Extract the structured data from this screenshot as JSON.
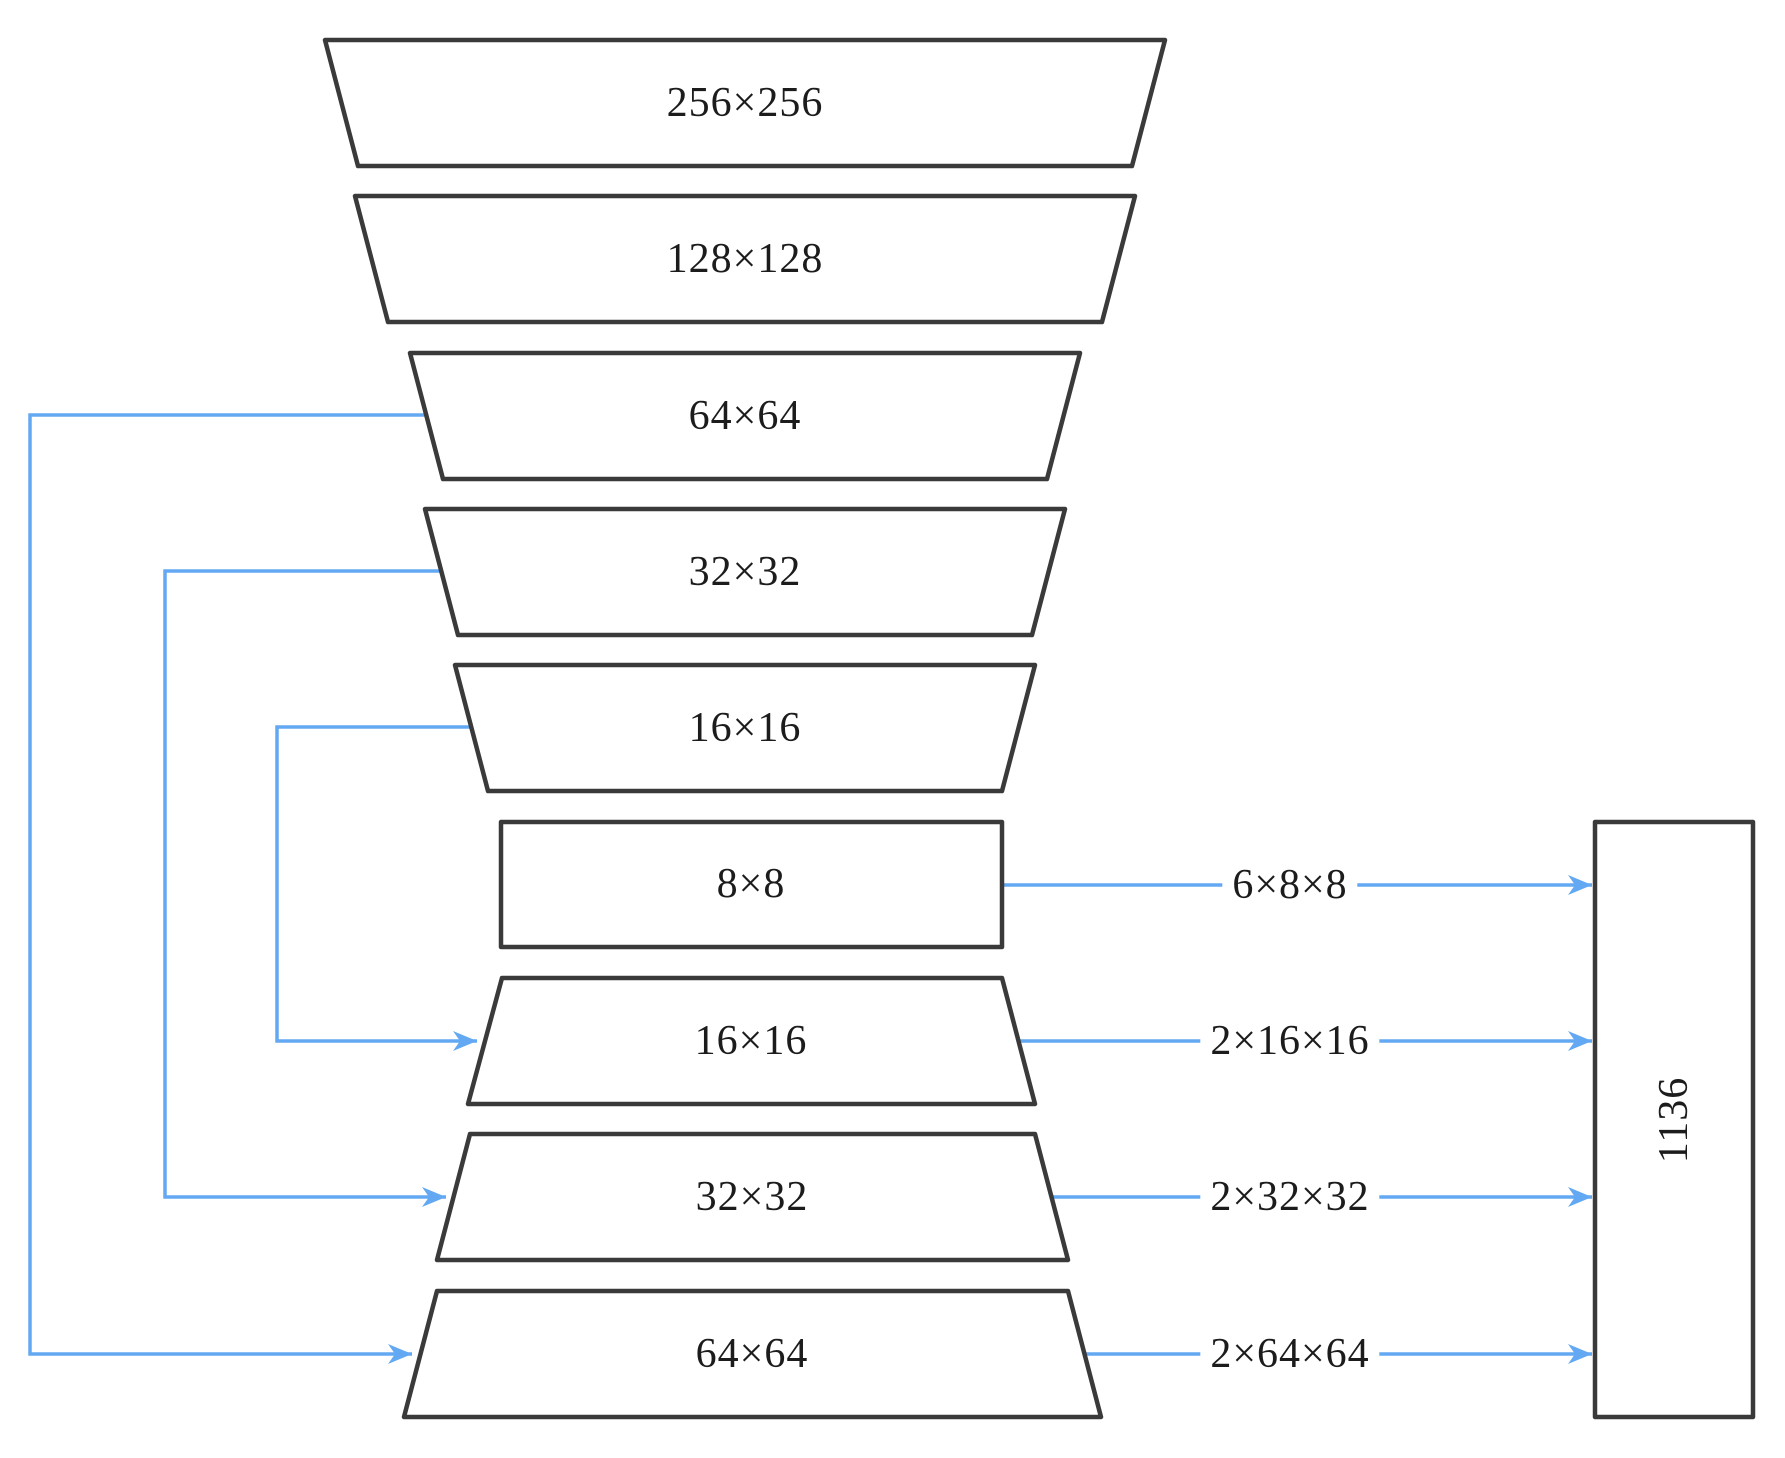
{
  "diagram": {
    "kind": "encoder-decoder network architecture",
    "encoder_layers": [
      {
        "label": "256×256"
      },
      {
        "label": "128×128"
      },
      {
        "label": "64×64"
      },
      {
        "label": "32×32"
      },
      {
        "label": "16×16"
      }
    ],
    "bottleneck": {
      "label": "8×8"
    },
    "decoder_layers": [
      {
        "label": "16×16"
      },
      {
        "label": "32×32"
      },
      {
        "label": "64×64"
      }
    ],
    "output_box": {
      "label": "1136"
    },
    "output_flows": [
      {
        "label": "6×8×8"
      },
      {
        "label": "2×16×16"
      },
      {
        "label": "2×32×32"
      },
      {
        "label": "2×64×64"
      }
    ],
    "skip_connections": [
      {
        "from": "64×64",
        "to": "64×64"
      },
      {
        "from": "32×32",
        "to": "32×32"
      },
      {
        "from": "16×16",
        "to": "16×16"
      }
    ],
    "colors": {
      "connector_blue": "#63a8f2",
      "shape_stroke": "#3a3a3a",
      "text": "#1c1c1c",
      "background": "#ffffff"
    }
  }
}
